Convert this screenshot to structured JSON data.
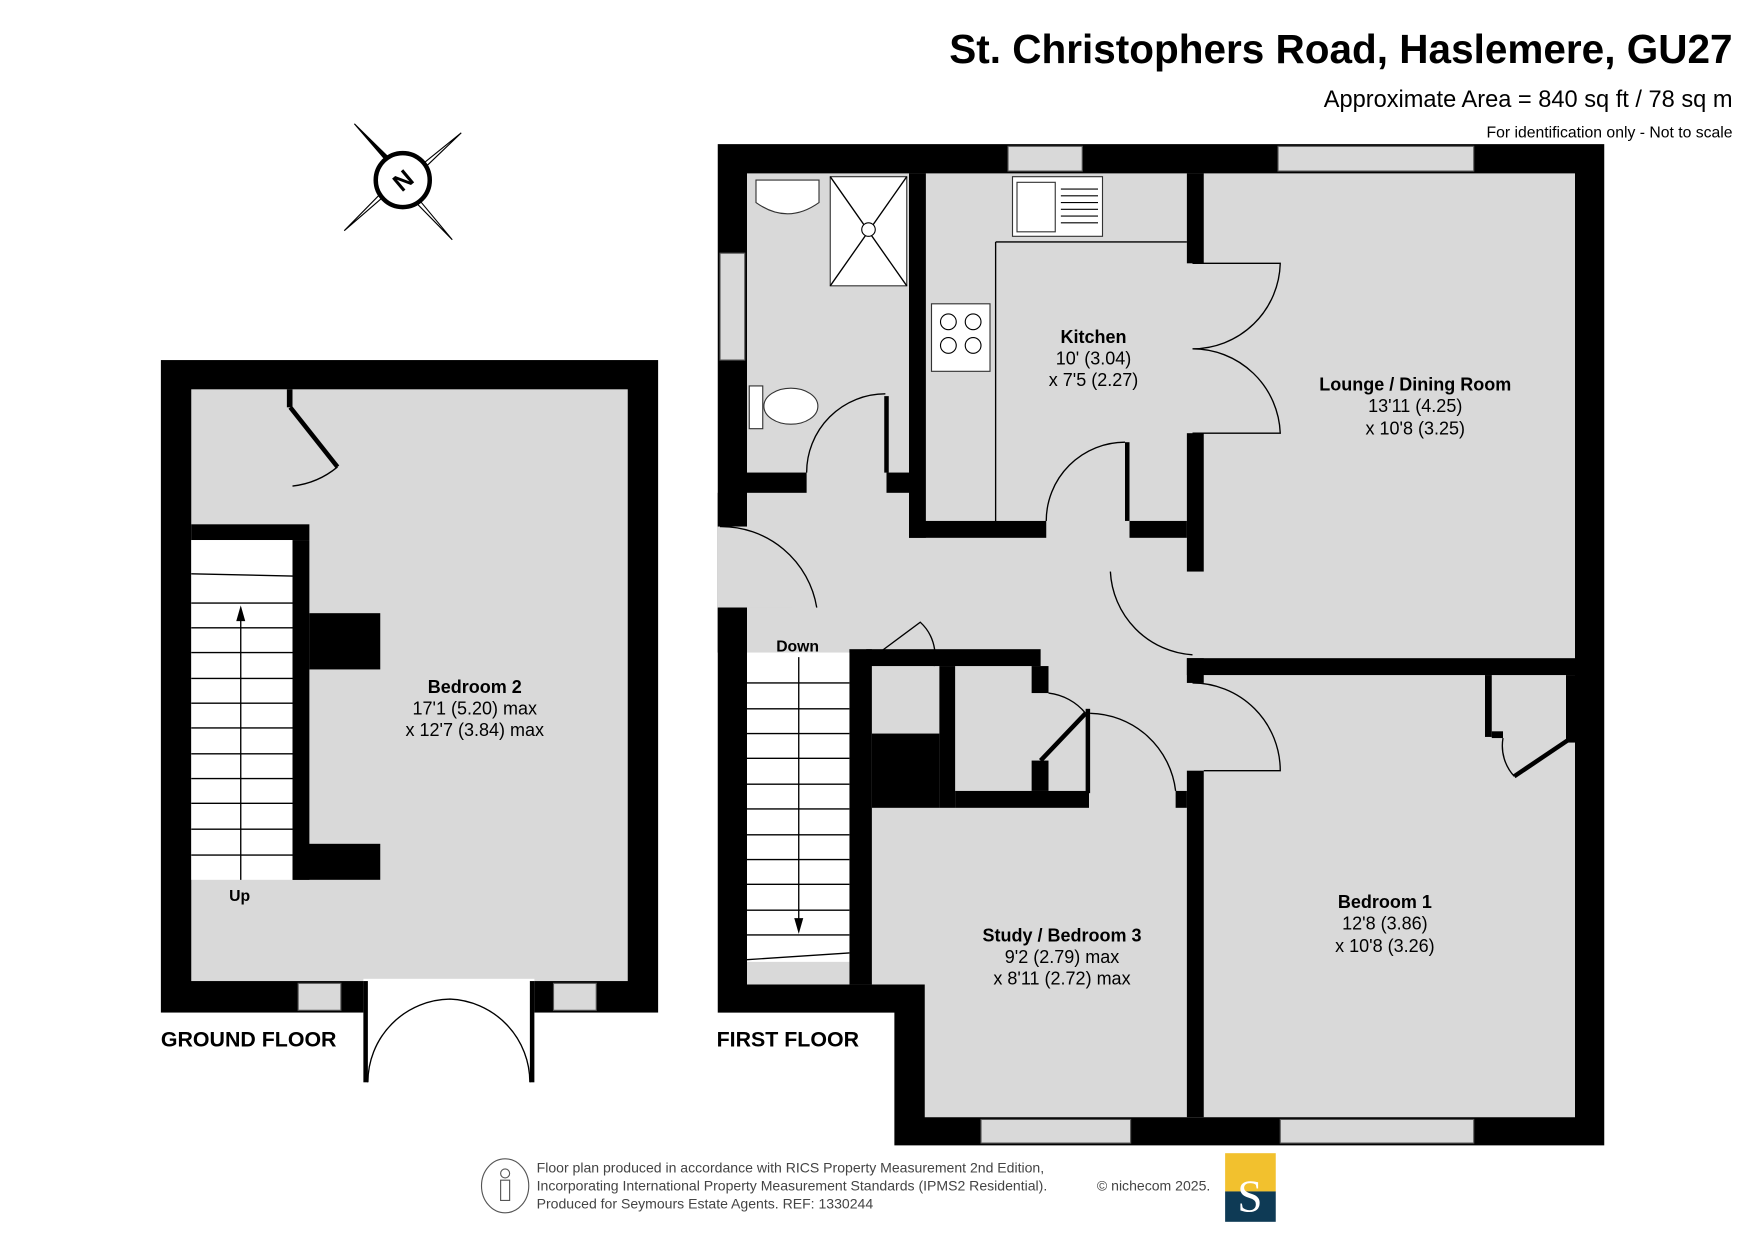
{
  "header": {
    "title": "St. Christophers Road, Haslemere, GU27",
    "area": "Approximate Area = 840 sq ft / 78 sq m",
    "disclaimer": "For identification only - Not to scale"
  },
  "compass": {
    "label": "N"
  },
  "ground_floor": {
    "label": "GROUND FLOOR",
    "stairs_label": "Up",
    "rooms": [
      {
        "name": "Bedroom 2",
        "dim1": "17'1 (5.20) max",
        "dim2": "x 12'7 (3.84) max"
      }
    ]
  },
  "first_floor": {
    "label": "FIRST FLOOR",
    "stairs_label": "Down",
    "rooms": [
      {
        "name": "Kitchen",
        "dim1": "10' (3.04)",
        "dim2": "x 7'5 (2.27)"
      },
      {
        "name": "Lounge / Dining Room",
        "dim1": "13'11 (4.25)",
        "dim2": "x 10'8 (3.25)"
      },
      {
        "name": "Study / Bedroom 3",
        "dim1": "9'2 (2.79) max",
        "dim2": "x 8'11 (2.72) max"
      },
      {
        "name": "Bedroom 1",
        "dim1": "12'8 (3.86)",
        "dim2": "x 10'8 (3.26)"
      }
    ]
  },
  "footer": {
    "line1": "Floor plan produced in accordance with RICS Property Measurement 2nd Edition,",
    "line2": "Incorporating International Property Measurement Standards (IPMS2 Residential).",
    "copyright": "© nichecom 2025.",
    "line3": "Produced for Seymours Estate Agents.   REF: 1330244",
    "logo_letter": "S",
    "logo_colors": {
      "top": "#f2c12e",
      "bottom": "#0e3a55"
    }
  }
}
